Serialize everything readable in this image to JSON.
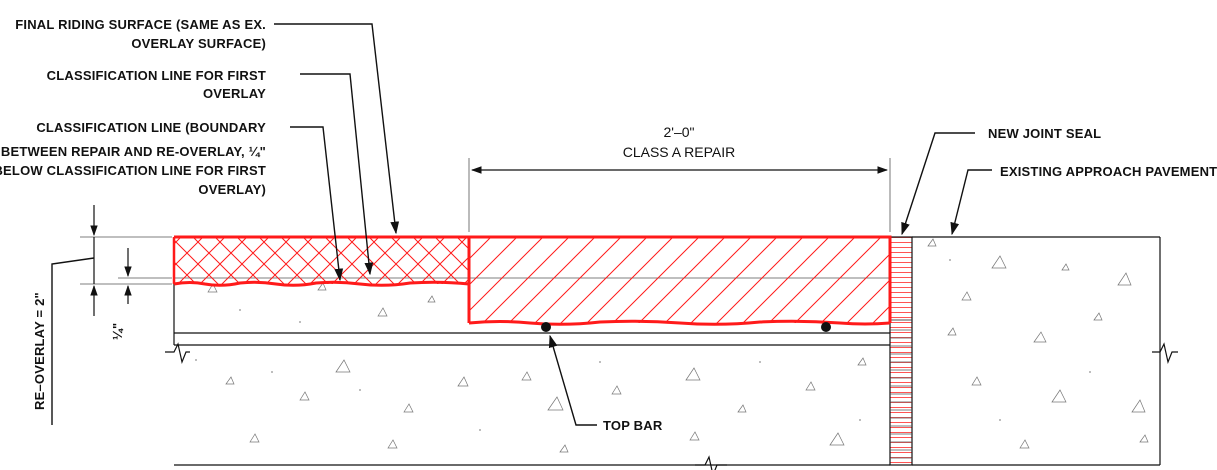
{
  "labels": {
    "final_riding_surface_l1": "FINAL RIDING SURFACE (SAME AS EX.",
    "final_riding_surface_l2": "OVERLAY SURFACE)",
    "class_line_first_l1": "CLASSIFICATION LINE FOR FIRST",
    "class_line_first_l2": "OVERLAY",
    "class_line_boundary_l1": "CLASSIFICATION LINE (BOUNDARY",
    "class_line_boundary_l2": "BETWEEN REPAIR AND RE-OVERLAY, ¼\"",
    "class_line_boundary_l3": "BELOW CLASSIFICATION LINE FOR FIRST",
    "class_line_boundary_l4": "OVERLAY)",
    "dimension_length": "2'–0\"",
    "class_a_repair": "CLASS A REPAIR",
    "new_joint_seal": "NEW JOINT SEAL",
    "existing_approach_pavement": "EXISTING APPROACH PAVEMENT",
    "re_overlay": "RE–OVERLAY = 2\"",
    "quarter_inch": "¼\"",
    "top_bar": "TOP BAR"
  },
  "colors": {
    "repair_hatch": "#ff1a1a",
    "linework": "#111111"
  }
}
